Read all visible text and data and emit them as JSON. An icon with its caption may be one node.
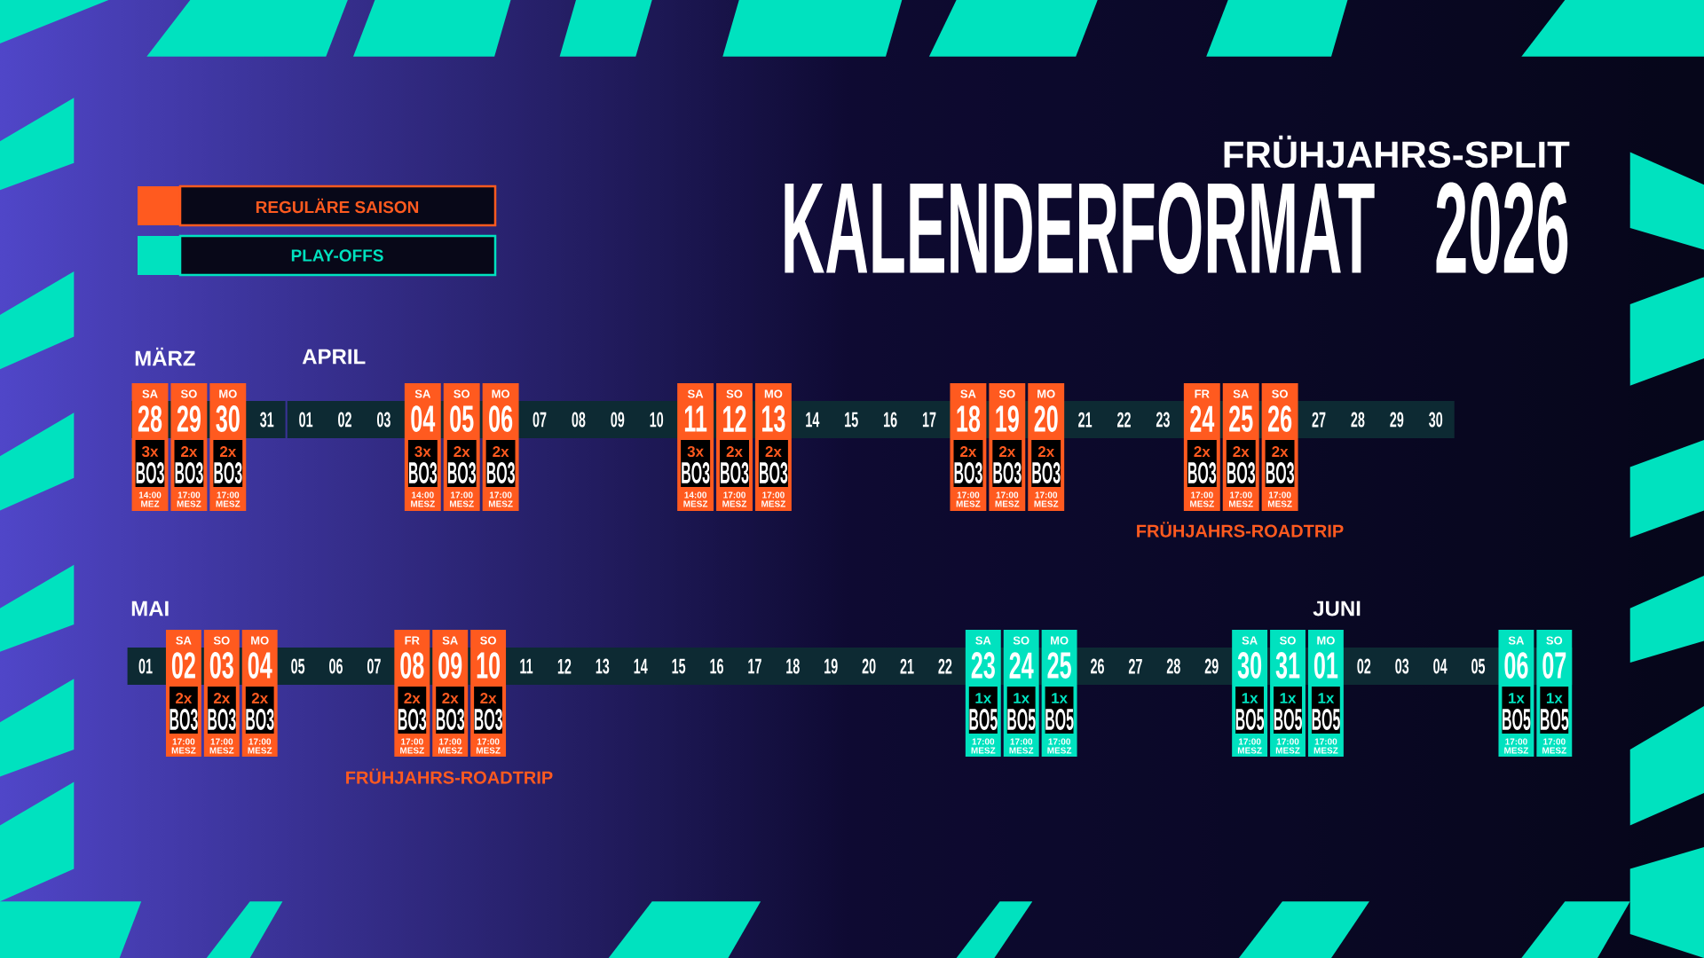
{
  "diagram": {
    "title": "KALENDERFORMAT 2026",
    "nodes": [
      {
        "text": [
          "SA",
          "28",
          "3x",
          "BO3",
          "14:00 MEZ"
        ]
      },
      {
        "text": [
          "SO",
          "29",
          "2x",
          "BO3",
          "17:00 MESZ"
        ]
      },
      {
        "text": [
          "MO",
          "30",
          "2x",
          "BO3",
          "17:00 MESZ"
        ]
      },
      {
        "text": [
          "SA",
          "04",
          "3x",
          "BO3",
          "14:00 MESZ"
        ]
      },
      {
        "text": [
          "SO",
          "05",
          "2x",
          "BO3",
          "17:00 MESZ"
        ]
      },
      {
        "text": [
          "MO",
          "06",
          "2x",
          "BO3",
          "17:00 MESZ"
        ]
      },
      {
        "text": [
          "SA",
          "11",
          "3x",
          "BO3",
          "14:00 MESZ"
        ]
      },
      {
        "text": [
          "SO",
          "12",
          "2x",
          "BO3",
          "17:00 MESZ"
        ]
      },
      {
        "text": [
          "MO",
          "13",
          "2x",
          "BO3",
          "17:00 MESZ"
        ]
      },
      {
        "text": [
          "SA",
          "18",
          "2x",
          "BO3",
          "17:00 MESZ"
        ]
      },
      {
        "text": [
          "SO",
          "19",
          "2x",
          "BO3",
          "17:00 MESZ"
        ]
      },
      {
        "text": [
          "MO",
          "20",
          "2x",
          "BO3",
          "17:00 MESZ"
        ]
      },
      {
        "text": [
          "FR",
          "24",
          "2x",
          "BO3",
          "17:00 MESZ"
        ]
      },
      {
        "text": [
          "SA",
          "25",
          "2x",
          "BO3",
          "17:00 MESZ"
        ]
      },
      {
        "text": [
          "SO",
          "26",
          "2x",
          "BO3",
          "17:00 MESZ"
        ]
      },
      {
        "text": [
          "SA",
          "02",
          "2x",
          "BO3",
          "17:00 MESZ"
        ]
      },
      {
        "text": [
          "SO",
          "03",
          "2x",
          "BO3",
          "17:00 MESZ"
        ]
      },
      {
        "text": [
          "MO",
          "04",
          "2x",
          "BO3",
          "17:00 MESZ"
        ]
      },
      {
        "text": [
          "FR",
          "08",
          "2x",
          "BO3",
          "17:00 MESZ"
        ]
      },
      {
        "text": [
          "SA",
          "09",
          "2x",
          "BO3",
          "17:00 MESZ"
        ]
      },
      {
        "text": [
          "SO",
          "10",
          "2x",
          "BO3",
          "17:00 MESZ"
        ]
      },
      {
        "text": [
          "SA",
          "23",
          "1x",
          "BO5",
          "17:00 MESZ"
        ]
      },
      {
        "text": [
          "SO",
          "24",
          "1x",
          "BO5",
          "17:00 MESZ"
        ]
      },
      {
        "text": [
          "MO",
          "25",
          "1x",
          "BO5",
          "17:00 MESZ"
        ]
      },
      {
        "text": [
          "SA",
          "30",
          "1x",
          "BO5",
          "17:00 MESZ"
        ]
      },
      {
        "text": [
          "SO",
          "31",
          "1x",
          "BO5",
          "17:00 MESZ"
        ]
      },
      {
        "text": [
          "MO",
          "01",
          "1x",
          "BO5",
          "17:00 MESZ"
        ]
      },
      {
        "text": [
          "SA",
          "06",
          "1x",
          "BO5",
          "17:00 MESZ"
        ]
      },
      {
        "text": [
          "SO",
          "07",
          "1x",
          "BO5",
          "17:00 MESZ"
        ]
      }
    ],
    "labels": [
      "FRÜHJAHRS-SPLIT",
      "MÄRZ",
      "APRIL",
      "31",
      "01",
      "02",
      "03",
      "07",
      "08",
      "09",
      "10",
      "14",
      "15",
      "16",
      "17",
      "21",
      "22",
      "23",
      "27",
      "28",
      "29",
      "30",
      "FRÜHJAHRS-ROADTRIP",
      "MAI",
      "JUNI",
      "01",
      "05",
      "06",
      "07",
      "11",
      "12",
      "13",
      "14",
      "15",
      "16",
      "17",
      "18",
      "19",
      "20",
      "21",
      "22",
      "26",
      "27",
      "28",
      "29",
      "02",
      "03",
      "04",
      "05",
      "FRÜHJAHRS-ROADTRIP"
    ],
    "legend": [
      {
        "text": "REGULÄRE SAISON",
        "color": "#ff5a1f"
      },
      {
        "text": "PLAY-OFFS",
        "color": "#00e2bf"
      }
    ]
  }
}
